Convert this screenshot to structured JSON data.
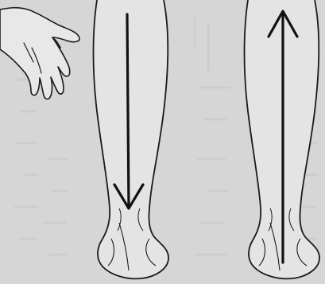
{
  "figure": {
    "background_color": "#d6d6d6",
    "ink_color": "#1a1a1a",
    "skin_fill": "#e6e6e6",
    "bleed_through_color": "#c2c2c2",
    "panels": [
      {
        "subject": "hand",
        "icon": "hand-icon"
      },
      {
        "subject": "left-leg",
        "arrow_direction": "down",
        "icon": "arrow-down-icon"
      },
      {
        "subject": "right-leg",
        "arrow_direction": "up",
        "icon": "arrow-up-icon"
      }
    ]
  }
}
